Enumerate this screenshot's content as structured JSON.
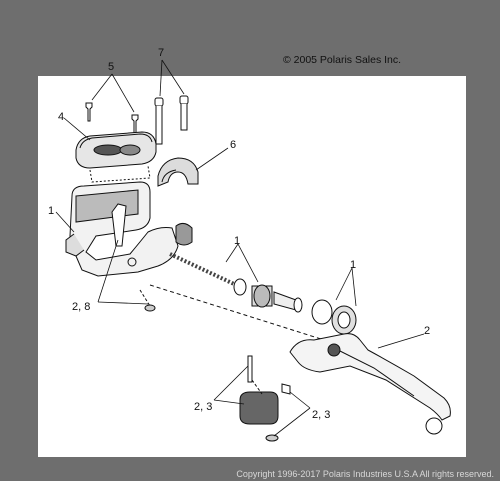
{
  "header": {
    "copyright": "© 2005 Polaris Sales Inc."
  },
  "callouts": {
    "c1a": "1",
    "c1b": "1",
    "c1c": "1",
    "c2": "2",
    "c23a": "2, 3",
    "c23b": "2, 3",
    "c28": "2, 8",
    "c4": "4",
    "c5": "5",
    "c6": "6",
    "c7": "7"
  },
  "footer": {
    "copyright": "Copyright 1996-2017 Polaris Industries U.S.A All rights reserved."
  },
  "colors": {
    "background": "#6e6e6e",
    "sheet": "#ffffff",
    "ink": "#111111"
  }
}
